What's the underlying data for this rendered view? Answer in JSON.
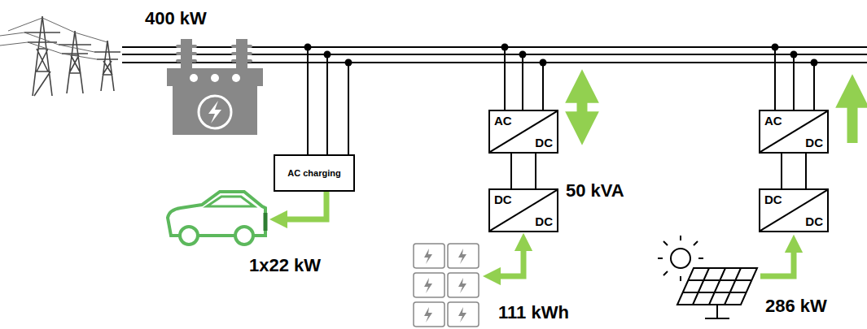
{
  "diagram": {
    "nodes": [
      {
        "text": [
          "AC charging"
        ]
      },
      {
        "text": [
          "AC",
          "DC"
        ]
      },
      {
        "text": [
          "DC",
          "DC"
        ]
      },
      {
        "text": [
          "AC",
          "DC"
        ]
      },
      {
        "text": [
          "DC",
          "DC"
        ]
      }
    ],
    "edges": [
      {
        "from": 1,
        "to": 2,
        "arrow": "none"
      },
      {
        "from": 3,
        "to": 4,
        "arrow": "none"
      }
    ],
    "labels": [
      "400 kW",
      "1x22 kW",
      "50 kVA",
      "111 kWh",
      "286 kW"
    ]
  }
}
